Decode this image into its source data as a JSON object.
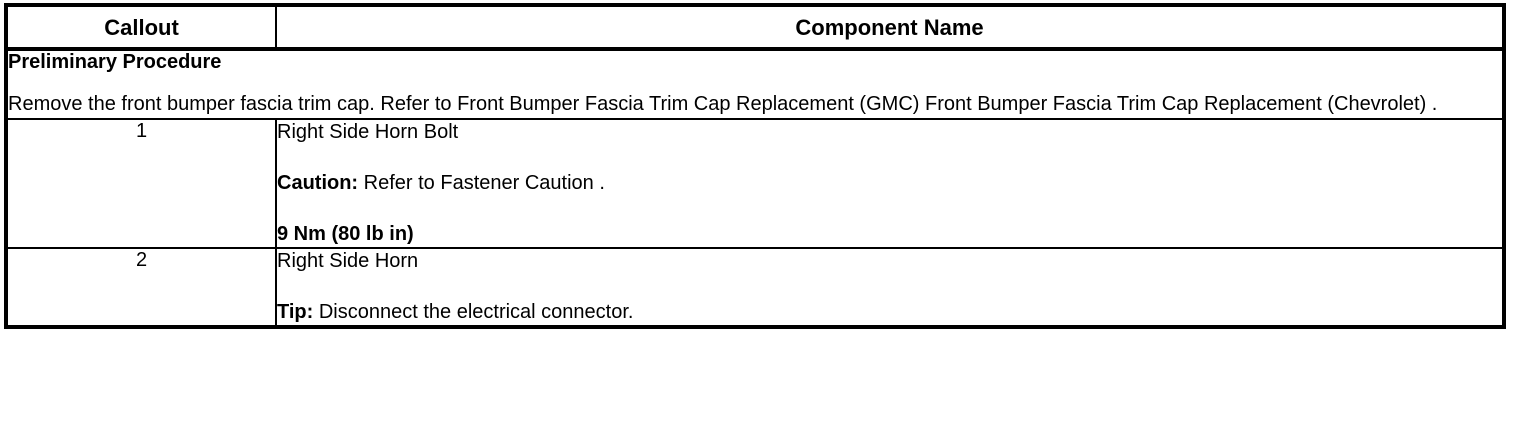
{
  "table": {
    "headers": {
      "callout": "Callout",
      "component_name": "Component Name"
    },
    "preliminary": {
      "title": "Preliminary Procedure",
      "body": "Remove the front bumper fascia trim cap. Refer to Front Bumper Fascia Trim Cap Replacement (GMC) Front Bumper Fascia Trim Cap Replacement (Chevrolet) ."
    },
    "rows": [
      {
        "callout": "1",
        "name": "Right Side Horn Bolt",
        "note_label": "Caution:",
        "note_text": " Refer to Fastener Caution .",
        "torque": "9 Nm (80 lb in)"
      },
      {
        "callout": "2",
        "name": "Right Side Horn",
        "note_label": "Tip:",
        "note_text": " Disconnect the electrical connector.",
        "torque": ""
      }
    ]
  },
  "colors": {
    "border": "#000000",
    "text": "#000000",
    "background": "#ffffff"
  }
}
